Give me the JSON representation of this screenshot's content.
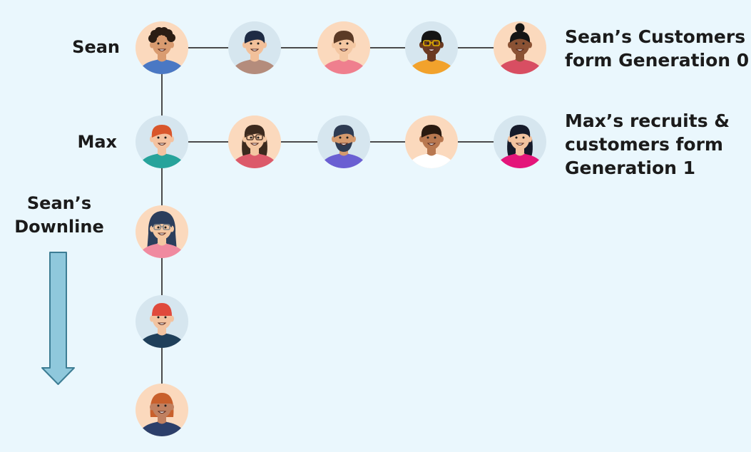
{
  "labels": {
    "sean": "Sean",
    "max": "Max",
    "downline_line1": "Sean’s",
    "downline_line2": "Downline",
    "gen0_line1": "Sean’s Customers",
    "gen0_line2": "form Generation 0",
    "gen1_line1": "Max’s recruits &",
    "gen1_line2": "customers form",
    "gen1_line3": "Generation 1"
  },
  "colors": {
    "background": "#eaf7fd",
    "connector": "#4a4a4a",
    "circle_peach": "#fbd9bd",
    "circle_blue": "#d6e6ef",
    "arrow_fill": "#8fc8dc",
    "arrow_stroke": "#3d7d94",
    "text": "#1b1b1b"
  },
  "avatars": {
    "gen0": [
      {
        "id": "sean",
        "circle": "peach",
        "skin": "#d99b70",
        "hair": "#2b1d14",
        "hairstyle": "curly",
        "shirt": "#4a78c4"
      },
      {
        "id": "customer-1",
        "circle": "blue",
        "skin": "#f2c09a",
        "hair": "#1e2b44",
        "hairstyle": "short",
        "shirt": "#b48c7c"
      },
      {
        "id": "customer-2",
        "circle": "peach",
        "skin": "#f4c7a2",
        "hair": "#5b3a26",
        "hairstyle": "short",
        "shirt": "#ef7f8e"
      },
      {
        "id": "customer-3",
        "circle": "blue",
        "skin": "#6b3a22",
        "hair": "#141414",
        "hairstyle": "short",
        "shirt": "#f2a22c",
        "glasses": "#e0b000"
      },
      {
        "id": "customer-4",
        "circle": "peach",
        "skin": "#8a5234",
        "hair": "#151515",
        "hairstyle": "bun",
        "shirt": "#d84e62"
      }
    ],
    "gen1": [
      {
        "id": "max",
        "circle": "blue",
        "skin": "#f4c2a0",
        "hair": "#d9562b",
        "hairstyle": "short",
        "shirt": "#27a39b"
      },
      {
        "id": "recruit-1",
        "circle": "peach",
        "skin": "#f4c7a2",
        "hair": "#3c2a1e",
        "hairstyle": "long",
        "shirt": "#dc5a6a",
        "glasses": "#5a4030"
      },
      {
        "id": "recruit-2",
        "circle": "blue",
        "skin": "#d59a6e",
        "hair": "#2e3b52",
        "hairstyle": "short",
        "shirt": "#6a5fd2",
        "beard": "#2e3b52"
      },
      {
        "id": "recruit-3",
        "circle": "peach",
        "skin": "#b97850",
        "hair": "#2a1a10",
        "hairstyle": "short",
        "shirt": "#ffffff"
      },
      {
        "id": "recruit-4",
        "circle": "blue",
        "skin": "#f2c3a0",
        "hair": "#151a2a",
        "hairstyle": "long",
        "shirt": "#e4157a"
      }
    ],
    "downline": [
      {
        "id": "downline-1",
        "circle": "peach",
        "skin": "#f4c7a2",
        "hair": "#2c3e5c",
        "hairstyle": "hijab",
        "shirt": "#f08aa0",
        "glasses": "#8a8a8a"
      },
      {
        "id": "downline-2",
        "circle": "blue",
        "skin": "#f2c3a0",
        "hair": "#e04a3c",
        "hairstyle": "cap",
        "shirt": "#1f3f5a"
      },
      {
        "id": "downline-3",
        "circle": "peach",
        "skin": "#c08060",
        "hair": "#c9602c",
        "hairstyle": "bob",
        "shirt": "#2c3f6a"
      }
    ]
  }
}
